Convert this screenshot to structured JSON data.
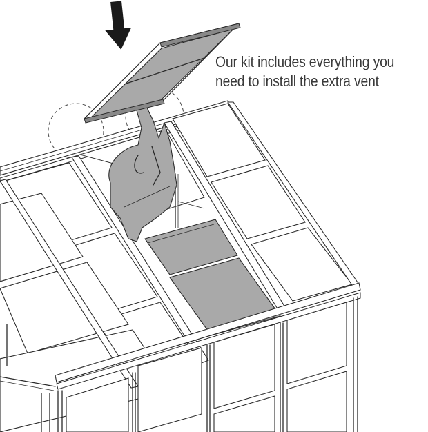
{
  "caption": {
    "line1": "Our kit includes everything you",
    "line2": "need to install the extra vent"
  },
  "illustration": {
    "subject": "greenhouse roof with extra vent being installed",
    "elements": [
      "down-arrow",
      "vent-panel",
      "installer-arms",
      "detail-circles",
      "roof-panels",
      "installed-vent",
      "greenhouse-walls"
    ]
  },
  "colors": {
    "line": "#2a2a2a",
    "vent_fill": "#a9a9a9",
    "text": "#3a3a3a",
    "background": "#ffffff"
  }
}
